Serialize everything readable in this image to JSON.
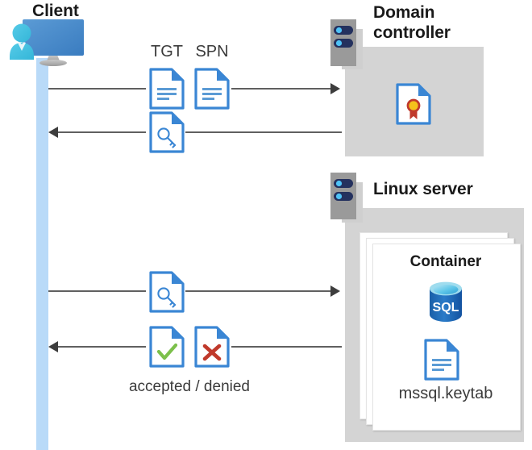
{
  "diagram": {
    "title": "Kerberos authentication flow between client, domain controller and Linux server container",
    "nodes": {
      "client": {
        "label": "Client",
        "icon": "client-workstation-user-icon"
      },
      "domain_controller": {
        "label_line1": "Domain",
        "label_line2": "controller",
        "icon": "server-rack-icon",
        "content_icon": "certificate-document-icon"
      },
      "linux_server": {
        "label": "Linux server",
        "icon": "server-rack-icon"
      },
      "container": {
        "label": "Container",
        "db_icon": "sql-database-icon",
        "keytab_label": "mssql.keytab",
        "keytab_icon": "document-icon"
      }
    },
    "messages": [
      {
        "id": "msg1",
        "direction": "right",
        "icons": [
          "tgt-document-icon",
          "spn-document-icon"
        ],
        "labels": [
          "TGT",
          "SPN"
        ]
      },
      {
        "id": "msg2",
        "direction": "left",
        "icons": [
          "key-document-icon"
        ],
        "labels": []
      },
      {
        "id": "msg3",
        "direction": "right",
        "icons": [
          "key-document-icon"
        ],
        "labels": []
      },
      {
        "id": "msg4",
        "direction": "left",
        "icons": [
          "accepted-document-icon",
          "denied-document-icon"
        ],
        "labels": [],
        "caption": "accepted / denied"
      }
    ],
    "labels": {
      "tgt": "TGT",
      "spn": "SPN",
      "accepted_denied": "accepted / denied"
    },
    "colors": {
      "panel_gray": "#d4d4d4",
      "lifeline_blue": "#b9daf8",
      "icon_blue": "#3a86d4",
      "doc_blue_fold": "#2f7ccc",
      "sql_blue": "#1e6bb8",
      "accent_green": "#7cc04b",
      "accent_red": "#c0392b",
      "arrow_gray": "#4a4a4a",
      "server_navy": "#24315e",
      "server_body": "#9a9a9a",
      "text_dark": "#1a1a1a",
      "text_gray": "#3b3b3b",
      "cert_gold": "#f5c21b",
      "cert_red": "#c0392b"
    }
  }
}
